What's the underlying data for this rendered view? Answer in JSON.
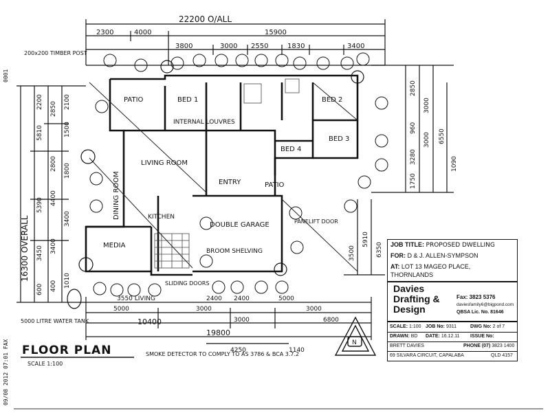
{
  "fax_stamp": "09/08 2012 07:01 FAX",
  "fax_page": "0001",
  "drawing_title": "FLOOR PLAN",
  "scale_label": "SCALE 1:100",
  "smoke_note": "SMOKE DETECTOR TO COMPLY TO AS 3786 & BCA 3.7.2",
  "overall_dims": {
    "top": "22200 O/ALL",
    "left": "16300 OVERALL"
  },
  "dimensions_top": [
    "2300",
    "4000",
    "15900",
    "3800",
    "3000",
    "2550",
    "1830",
    "3400"
  ],
  "dimensions_bottom": [
    "3550 LIVING",
    "2400",
    "2400",
    "5000",
    "3000",
    "10400",
    "3000",
    "3000",
    "6800",
    "19800",
    "4250",
    "1140",
    "5000"
  ],
  "dimensions_left": [
    "5810",
    "2850",
    "5390",
    "4400",
    "3450",
    "2800",
    "3400",
    "3400",
    "2100",
    "1500",
    "1800",
    "2200",
    "1010",
    "400",
    "600"
  ],
  "dimensions_right": [
    "2850",
    "3000",
    "960",
    "6550",
    "3280",
    "3000",
    "1090",
    "3500",
    "5910",
    "6350",
    "1750"
  ],
  "rooms": [
    {
      "id": "patio-nw",
      "label": "PATIO"
    },
    {
      "id": "bed-1",
      "label": "BED 1"
    },
    {
      "id": "internal-louvres",
      "label": "INTERNAL LOUVRES"
    },
    {
      "id": "living",
      "label": "LIVING ROOM"
    },
    {
      "id": "dining",
      "label": "DINING ROOM"
    },
    {
      "id": "kitchen",
      "label": "KITCHEN"
    },
    {
      "id": "media",
      "label": "MEDIA"
    },
    {
      "id": "double-garage",
      "label": "DOUBLE GARAGE"
    },
    {
      "id": "bed-2",
      "label": "BED 2"
    },
    {
      "id": "bed-3",
      "label": "BED 3"
    },
    {
      "id": "bed-4",
      "label": "BED 4"
    },
    {
      "id": "patio-mid",
      "label": "PATIO"
    },
    {
      "id": "entry",
      "label": "ENTRY"
    },
    {
      "id": "shelving",
      "label": "BROOM SHELVING"
    },
    {
      "id": "sliding-doors",
      "label": "SLIDING DOORS"
    },
    {
      "id": "panelift",
      "label": "PANELIFT DOOR"
    },
    {
      "id": "water-tank",
      "label": "5000 LITRE WATER TANK"
    },
    {
      "id": "timber-post",
      "label": "200x200 TIMBER POST"
    }
  ],
  "title_block": {
    "job_title_label": "JOB TITLE:",
    "job_title": "PROPOSED DWELLING",
    "for_label": "FOR:",
    "for_value": "D & J. ALLEN-SYMPSON",
    "at_label": "AT:",
    "at_value": "LOT 13 MAGEO PLACE, THORNLANDS",
    "firm_name_1": "Davies",
    "firm_name_2": "Drafting &",
    "firm_name_3": "Design",
    "fax": "Fax: 3823 5376",
    "email": "daviesfamily6@bigpond.com",
    "qbsa": "QBSA Lic. No. 81646",
    "scale_label": "SCALE:",
    "scale_value": "1:100",
    "job_no_label": "JOB No:",
    "job_no": "9311",
    "dwg_no_label": "DWG No:",
    "dwg_no": "2 of 7",
    "drawn_label": "DRAWN:",
    "drawn_value": "BD",
    "date_label": "DATE:",
    "date_value": "16.12.11",
    "issue_label": "ISSUE No:",
    "issue_value": "",
    "person": "BRETT DAVIES",
    "phone_label": "PHONE (07)",
    "phone": "3823 1400",
    "address": "69 SILVARA CIRCUIT, CAPALABA",
    "postcode": "QLD 4157"
  },
  "north_label": "N"
}
